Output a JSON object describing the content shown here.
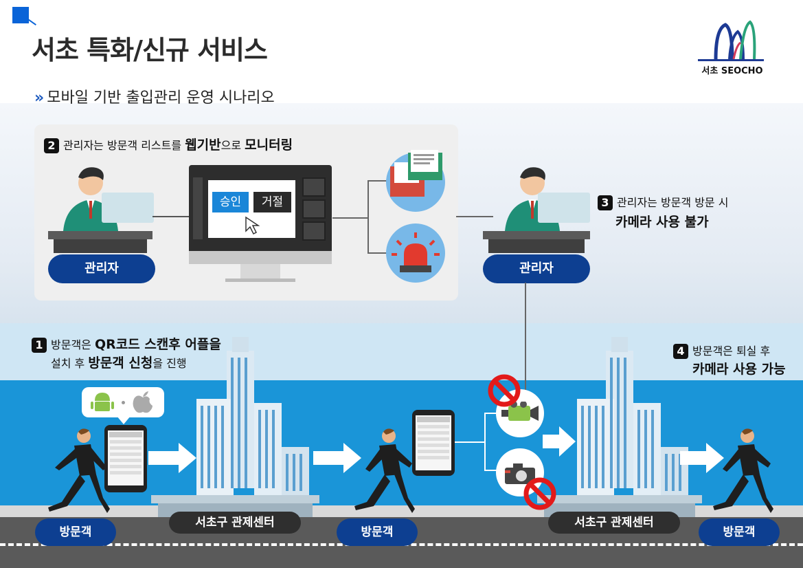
{
  "title": "서초 특화/신규 서비스",
  "subtitle": "모바일 기반 출입관리 운영 시나리오",
  "logo": {
    "text": "서초 SEOCHO",
    "icon": "seocho-logo-icon"
  },
  "step1": {
    "num": "1",
    "line1_a": "방문객은 ",
    "line1_b": "QR코드 스캔후 어플을",
    "line2_a": "설치 후 ",
    "line2_b": "방문객 신청",
    "line2_c": "을 진행"
  },
  "step2": {
    "num": "2",
    "text_a": "관리자는 방문객 리스트를 ",
    "text_b": "웹기반",
    "text_c": "으로 ",
    "text_d": "모니터링"
  },
  "step3": {
    "num": "3",
    "line1": "관리자는 방문객 방문 시",
    "line2": "카메라 사용 불가"
  },
  "step4": {
    "num": "4",
    "line1": "방문객은 퇴실 후",
    "line2": "카메라 사용 가능"
  },
  "monitor": {
    "approve": "승인",
    "reject": "거절"
  },
  "labels": {
    "manager_left": "관리자",
    "manager_right": "관리자",
    "visitor_1": "방문객",
    "visitor_2": "방문객",
    "visitor_3": "방문객",
    "center_1": "서초구 관제센터",
    "center_2": "서초구 관제센터"
  },
  "colors": {
    "accent_blue": "#0a64d8",
    "navy_pill": "#0d3f91",
    "sky_band": "#1a95d8",
    "approve_btn": "#1a86d8"
  }
}
